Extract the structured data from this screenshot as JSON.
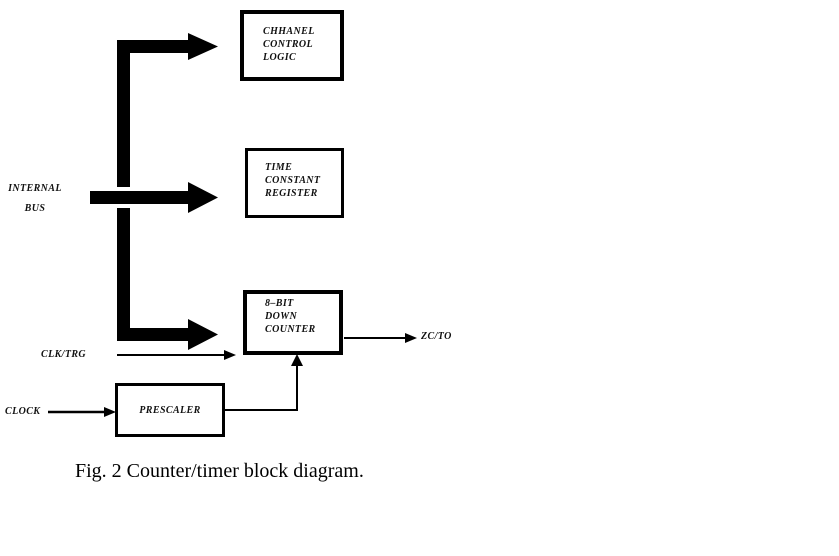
{
  "figure": {
    "boxes": {
      "channel_control_logic": {
        "lines": [
          "CHHANEL",
          "CONTROL",
          "LOGIC"
        ]
      },
      "time_constant_register": {
        "lines": [
          "TIME",
          "CONSTANT",
          "REGISTER"
        ]
      },
      "down_counter": {
        "lines": [
          "8–BIT",
          "DOWN",
          "COUNTER"
        ]
      },
      "prescaler": {
        "label": "PRESCALER"
      }
    },
    "signals": {
      "internal_bus_line1": "INTERNAL",
      "internal_bus_line2": "BUS",
      "clk_trg": "CLK/TRG",
      "clock": "CLOCK",
      "zc_to": "ZC/TO"
    },
    "caption": "Fig. 2 Counter/timer block diagram.",
    "colors": {
      "ink": "#000000",
      "background": "#ffffff"
    }
  }
}
